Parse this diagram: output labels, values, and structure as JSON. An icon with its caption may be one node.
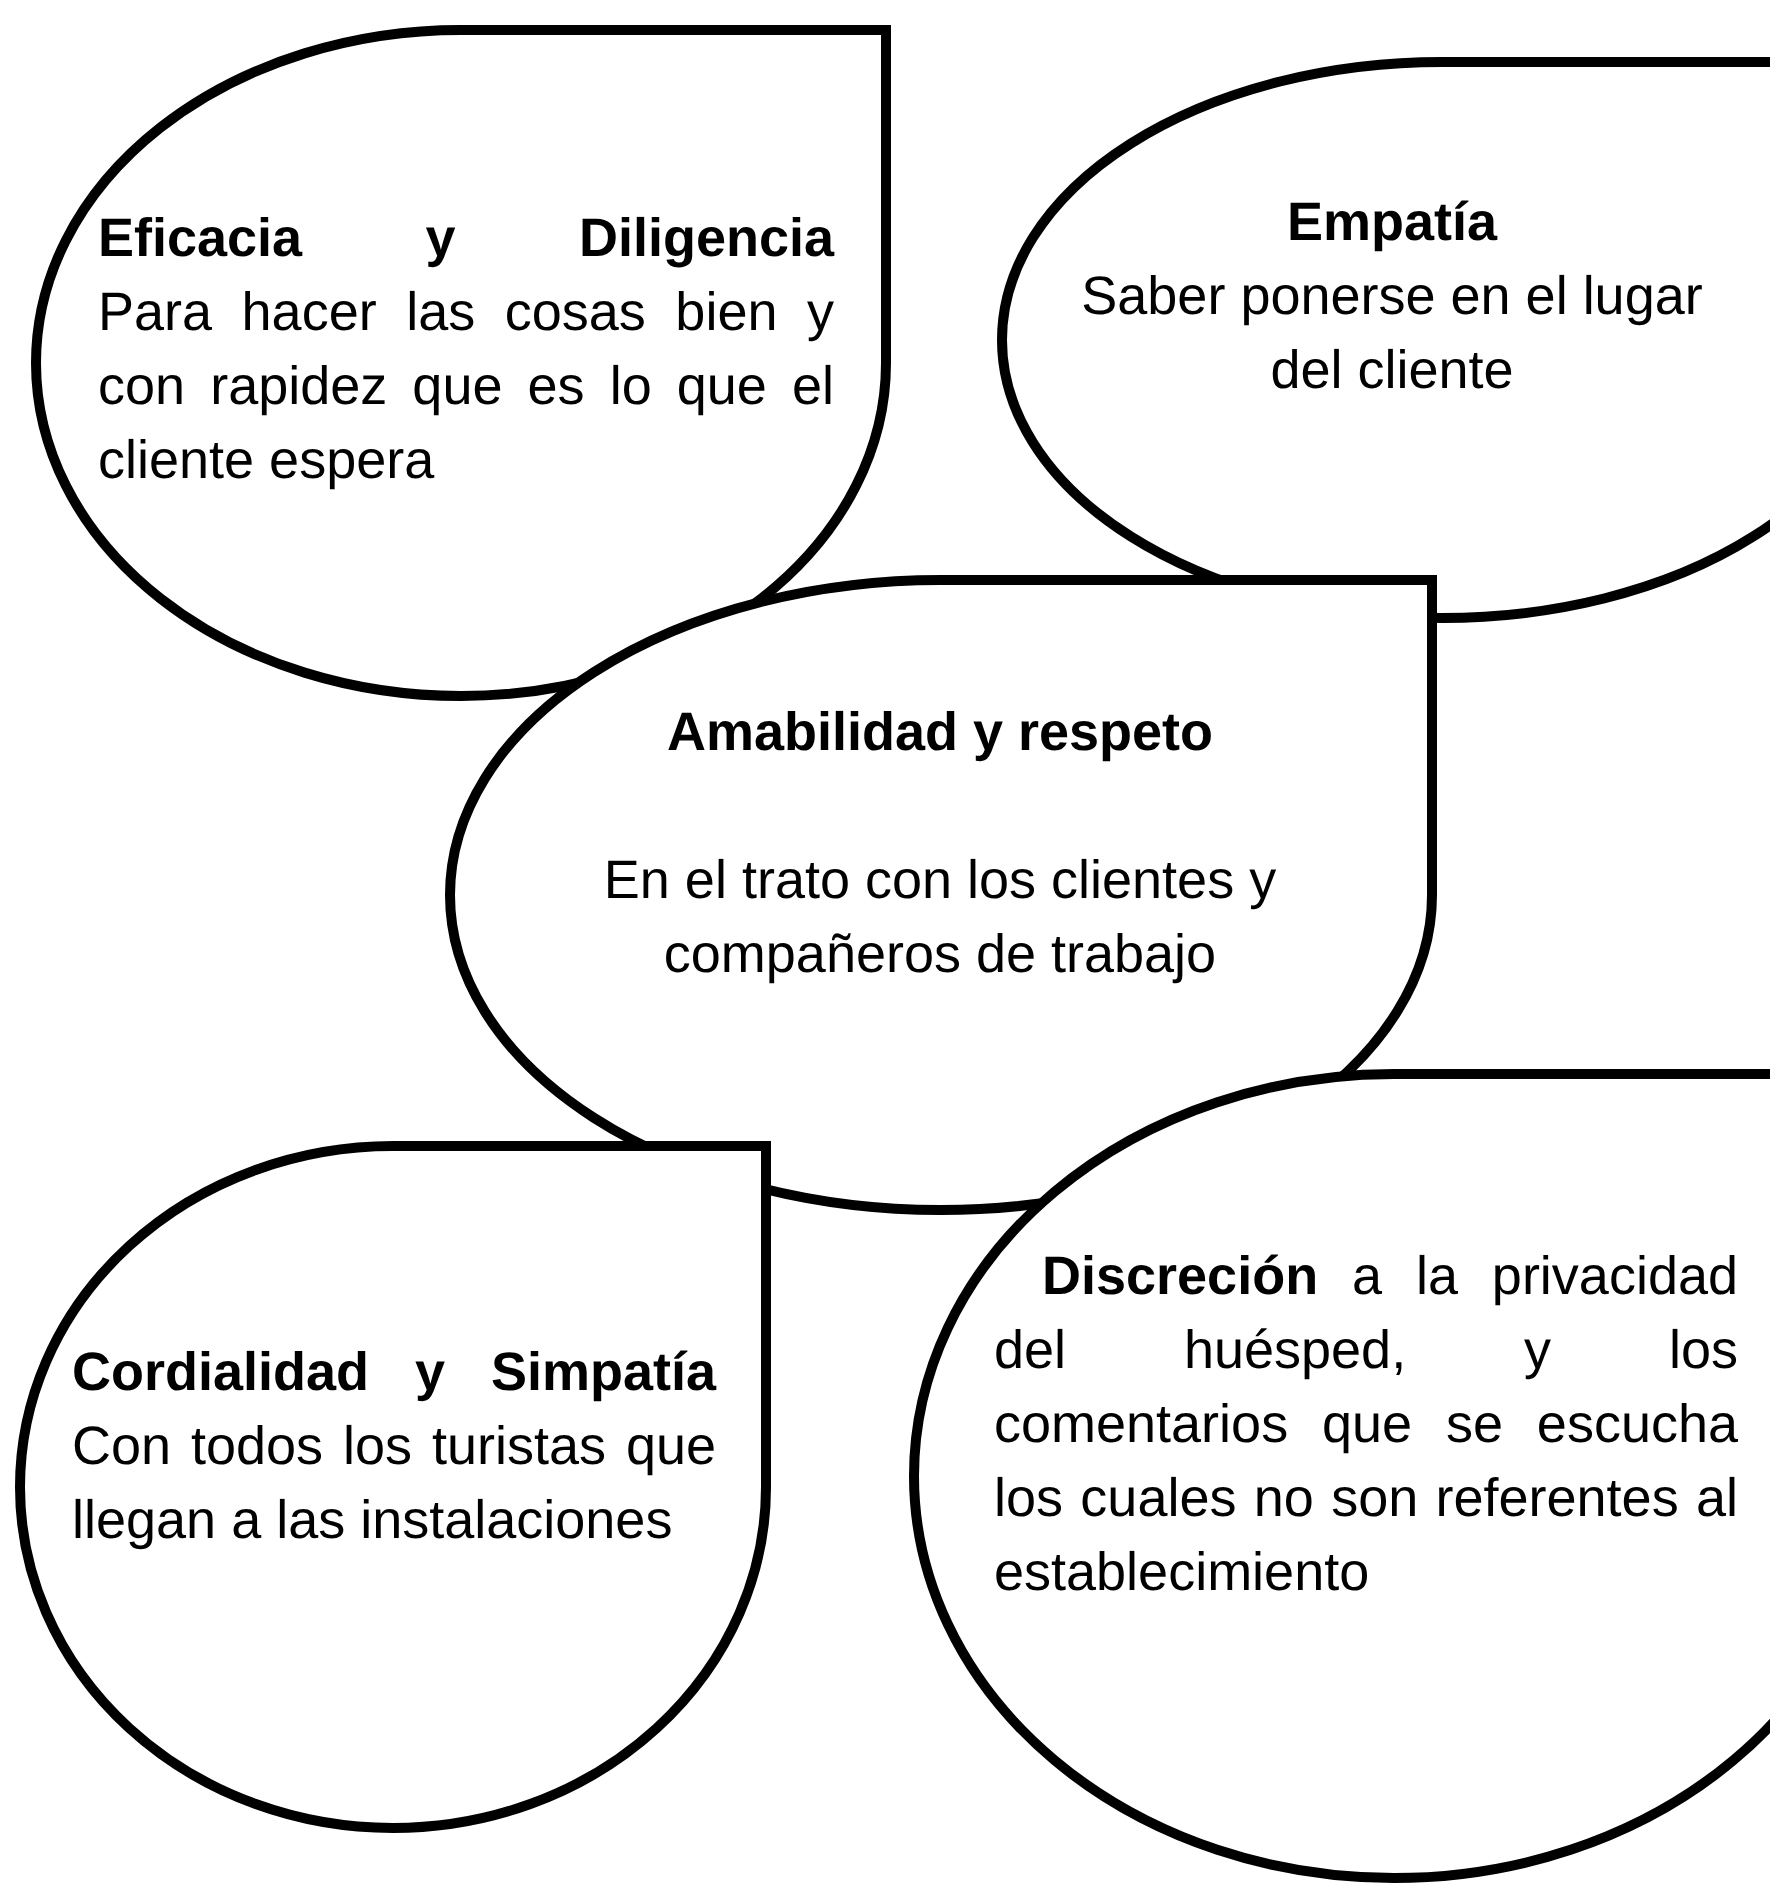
{
  "diagram": {
    "nodes": [
      {
        "text": [
          "Eficacia y Diligencia",
          "Para hacer las cosas bien y con rapidez que es lo que el cliente espera"
        ]
      },
      {
        "text": [
          "Empatía",
          "Saber ponerse en el lugar del cliente"
        ]
      },
      {
        "text": [
          "Amabilidad y respeto",
          "En el trato con los clientes y compañeros de trabajo"
        ]
      },
      {
        "text": [
          "**Cordialidad y Simpatía** Con todos los turistas que llegan a las instalaciones"
        ]
      },
      {
        "text": [
          "**Discreción** a la privacidad del huésped, y los comentarios que se escucha los cuales no son referentes al establecimiento"
        ]
      }
    ]
  }
}
